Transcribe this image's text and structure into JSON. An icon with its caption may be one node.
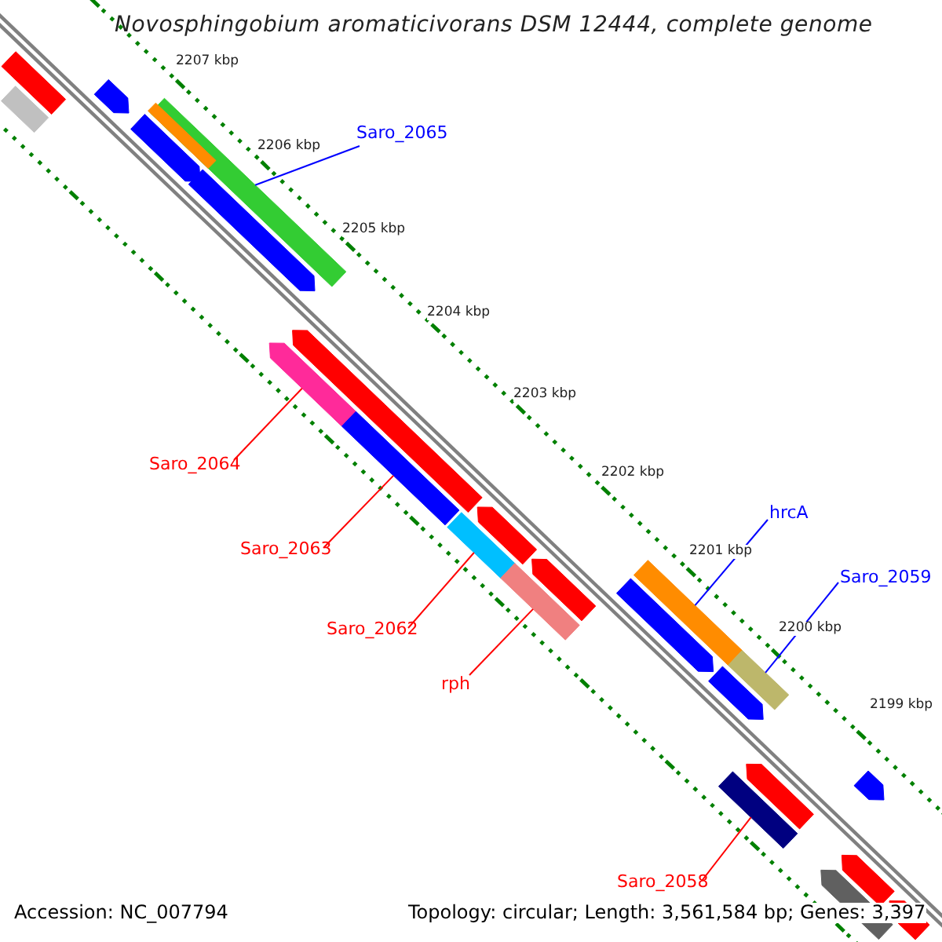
{
  "diagram": {
    "title": "Novosphingobium aromaticivorans DSM 12444, complete genome",
    "nodes": [
      {
        "text": [
          "Saro_2065"
        ]
      },
      {
        "text": [
          "Saro_2064"
        ]
      },
      {
        "text": [
          "Saro_2063"
        ]
      },
      {
        "text": [
          "Saro_2062"
        ]
      },
      {
        "text": [
          "rph"
        ]
      },
      {
        "text": [
          "hrcA"
        ]
      },
      {
        "text": [
          "Saro_2059"
        ]
      },
      {
        "text": [
          "Saro_2058"
        ]
      },
      {
        "text": [],
        "shape": "bar"
      },
      {
        "text": [],
        "shape": "bar"
      },
      {
        "text": [],
        "shape": "bar"
      },
      {
        "text": [],
        "shape": "bar"
      },
      {
        "text": [],
        "shape": "bar"
      },
      {
        "text": [],
        "shape": "bar"
      },
      {
        "text": [],
        "shape": "bar"
      },
      {
        "text": [],
        "shape": "bar"
      }
    ],
    "edges": [
      {
        "from": 0,
        "to": 8,
        "arrow": "none",
        "color": "#0000ff"
      },
      {
        "from": 1,
        "to": 9,
        "arrow": "none"
      },
      {
        "from": 2,
        "to": 10,
        "arrow": "none"
      },
      {
        "from": 3,
        "to": 11,
        "arrow": "none"
      },
      {
        "from": 4,
        "to": 12,
        "arrow": "none"
      },
      {
        "from": 5,
        "to": 13,
        "arrow": "none",
        "color": "#0000ff"
      },
      {
        "from": 6,
        "to": 14,
        "arrow": "none",
        "color": "#0000ff"
      },
      {
        "from": 7,
        "to": 15,
        "arrow": "none"
      }
    ],
    "labels": [
      "2207 kbp",
      "2206 kbp",
      "2205 kbp",
      "2204 kbp",
      "2203 kbp",
      "2202 kbp",
      "2201 kbp",
      "2200 kbp",
      "2199 kbp",
      "Accession: NC_007794",
      "Topology: circular; Length: 3,561,584 bp; Genes: 3,397"
    ]
  }
}
